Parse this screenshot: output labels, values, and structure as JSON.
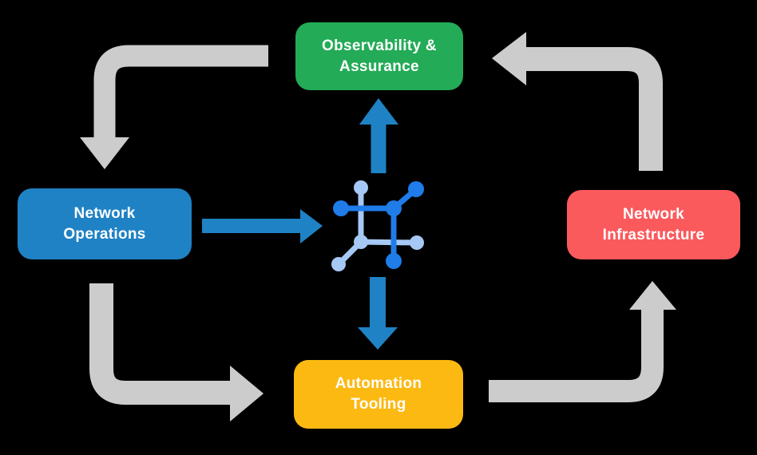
{
  "palette": {
    "background": "#000000",
    "flow_arrow_gray": "#cccccc",
    "blue_arrow": "#1f82c4",
    "icon_blue_dark": "#1f7ce9",
    "icon_blue_light": "#a6c8f4",
    "label_text": "#ffffff"
  },
  "nodes": {
    "observability": {
      "label": "Observability & Assurance",
      "lines": [
        "Observability &",
        "Assurance"
      ],
      "color": "#23ab57"
    },
    "operations": {
      "label": "Network Operations",
      "lines": [
        "Network",
        "Operations"
      ],
      "color": "#1f82c4"
    },
    "infrastructure": {
      "label": "Network Infrastructure",
      "lines": [
        "Network",
        "Infrastructure"
      ],
      "color": "#fb5a5d"
    },
    "automation": {
      "label": "Automation Tooling",
      "lines": [
        "Automation",
        "Tooling"
      ],
      "color": "#fcb912"
    }
  },
  "center_icon": {
    "name": "network-mesh-icon"
  },
  "flows": [
    {
      "from": "Observability & Assurance",
      "to": "Network Operations",
      "style": "gray-elbow"
    },
    {
      "from": "Network Operations",
      "to": "Automation Tooling",
      "style": "gray-elbow"
    },
    {
      "from": "Automation Tooling",
      "to": "Network Infrastructure",
      "style": "gray-elbow"
    },
    {
      "from": "Network Infrastructure",
      "to": "Observability & Assurance",
      "style": "gray-elbow"
    },
    {
      "from": "Network Operations",
      "to": "center-icon",
      "style": "blue-straight"
    },
    {
      "from": "center-icon",
      "to": "Observability & Assurance",
      "style": "blue-straight"
    },
    {
      "from": "center-icon",
      "to": "Automation Tooling",
      "style": "blue-straight"
    }
  ]
}
